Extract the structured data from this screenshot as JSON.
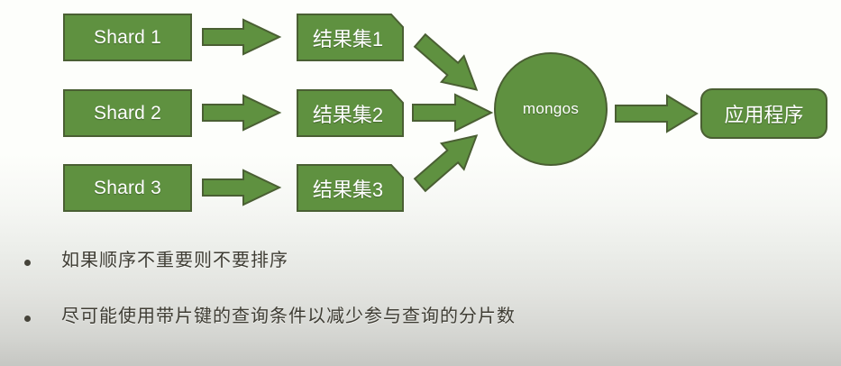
{
  "slide": {
    "background_top": "#fdfefb",
    "background_bottom": "#c6c7c3",
    "shape_fill": "#5f9140",
    "shape_stroke": "#4a5f33",
    "shape_text_color": "#ffffff",
    "bullet_text_color": "#3f3d34"
  },
  "diagram": {
    "type": "flow",
    "shards": [
      {
        "label": "Shard 1"
      },
      {
        "label": "Shard 2"
      },
      {
        "label": "Shard 3"
      }
    ],
    "result_sets": [
      {
        "label": "结果集1"
      },
      {
        "label": "结果集2"
      },
      {
        "label": "结果集3"
      }
    ],
    "router": {
      "label": "mongos"
    },
    "application": {
      "label": "应用程序"
    },
    "arrows": [
      {
        "name": "shard1-to-resultset1",
        "direction": "right"
      },
      {
        "name": "shard2-to-resultset2",
        "direction": "right"
      },
      {
        "name": "shard3-to-resultset3",
        "direction": "right"
      },
      {
        "name": "resultset1-to-mongos",
        "direction": "down-right"
      },
      {
        "name": "resultset2-to-mongos",
        "direction": "right"
      },
      {
        "name": "resultset3-to-mongos",
        "direction": "up-right"
      },
      {
        "name": "mongos-to-application",
        "direction": "right"
      }
    ]
  },
  "bullets": [
    {
      "text": "如果顺序不重要则不要排序"
    },
    {
      "text": "尽可能使用带片键的查询条件以减少参与查询的分片数"
    }
  ]
}
